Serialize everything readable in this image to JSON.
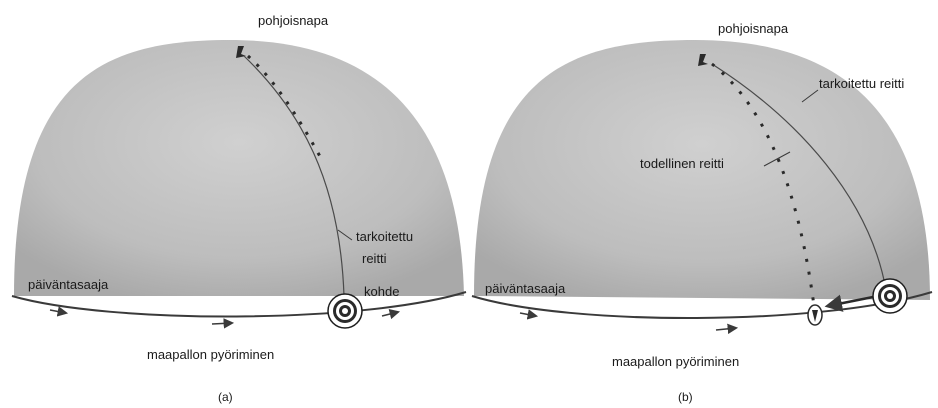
{
  "panels": [
    {
      "north_pole": "pohjoisnapa",
      "intended_route": [
        "tarkoitettu",
        "reitti"
      ],
      "target": "kohde",
      "equator": "päiväntasaaja",
      "rotation": "maapallon pyöriminen",
      "caption": "(a)"
    },
    {
      "north_pole": "pohjoisnapa",
      "intended_route": "tarkoitettu reitti",
      "actual_route": "todellinen reitti",
      "equator": "päiväntasaaja",
      "rotation": "maapallon pyöriminen",
      "caption": "(b)"
    }
  ],
  "colors": {
    "hemisphere_fill": "#bdbdbd",
    "hemisphere_light": "#d9d9d9",
    "edge": "#3a3a3a",
    "text": "#1a1a1a"
  },
  "icons": [
    "target-icon",
    "arrow-icon",
    "missile-icon"
  ]
}
